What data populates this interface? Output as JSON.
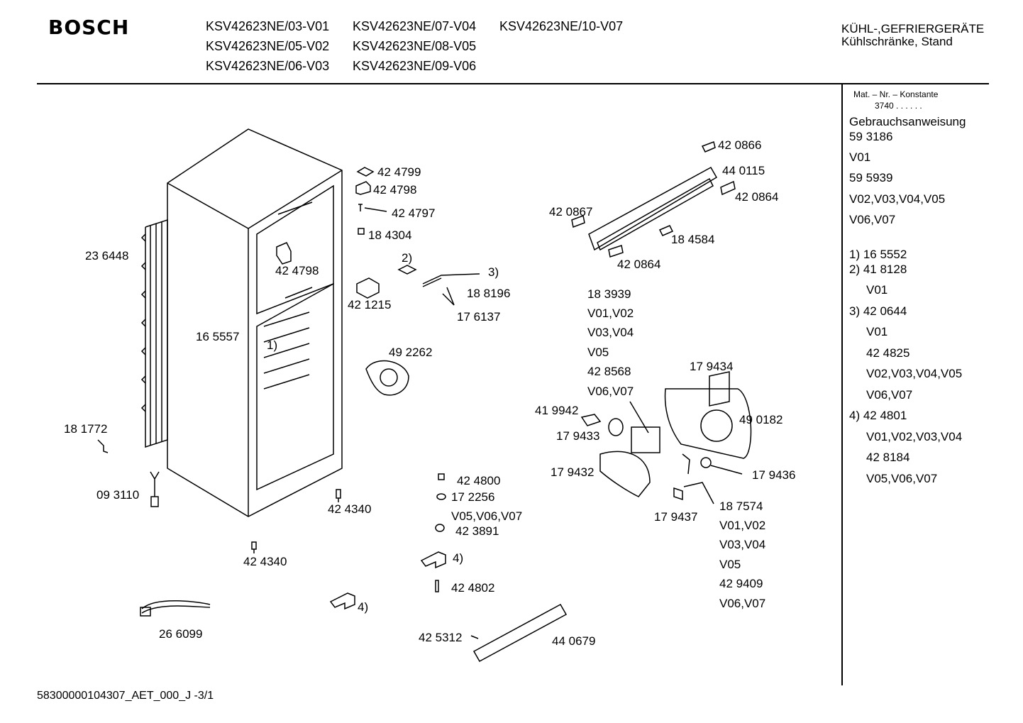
{
  "header": {
    "brand": "BOSCH",
    "models": [
      "KSV42623NE/03-V01",
      "KSV42623NE/07-V04",
      "KSV42623NE/10-V07",
      "KSV42623NE/05-V02",
      "KSV42623NE/08-V05",
      "KSV42623NE/06-V03",
      "KSV42623NE/09-V06"
    ],
    "category_line1": "KÜHL-,GEFRIERGERÄTE",
    "category_line2": "Kühlschränke, Stand"
  },
  "sidebar": {
    "mat_nr_label": "Mat. – Nr. – Konstante",
    "mat_nr_value": "3740  .  .  .  .  .  .",
    "entries": [
      "Gebrauchsanweisung",
      "59 3186",
      "V01",
      "59 5939",
      "V02,V03,V04,V05",
      "V06,V07",
      "1)  16 5552",
      "2)  41 8128",
      "V01",
      "3)  42 0644",
      "V01",
      "42 4825",
      "V02,V03,V04,V05",
      "V06,V07",
      "4)  42 4801",
      "V01,V02,V03,V04",
      "42 8184",
      "V05,V06,V07"
    ]
  },
  "parts": {
    "p236448": "23 6448",
    "p165557": "16 5557",
    "p181772": "18 1772",
    "p093110": "09 3110",
    "p266099": "26 6099",
    "p424340a": "42 4340",
    "p424340b": "42 4340",
    "p424798a": "42 4798",
    "p424799": "42 4799",
    "p424798b": "42 4798",
    "p424797": "42 4797",
    "p184304": "18 4304",
    "n2": "2)",
    "n3": "3)",
    "n1": "1)",
    "p421215": "42 1215",
    "p188196": "18 8196",
    "p176137": "17 6137",
    "p492262": "49 2262",
    "p424800": "42 4800",
    "p172256": "17 2256",
    "v050607a": "V05,V06,V07",
    "p423891": "42 3891",
    "n4a": "4)",
    "p424802": "42 4802",
    "n4b": "4)",
    "p425312": "42 5312",
    "p440679": "44 0679",
    "p420866": "42 0866",
    "p440115": "44 0115",
    "p420864a": "42 0864",
    "p420867": "42 0867",
    "p184584": "18 4584",
    "p420864b": "42 0864",
    "p183939": "18 3939",
    "v0102a": "V01,V02",
    "v0304a": "V03,V04",
    "v05a": "V05",
    "p428568": "42 8568",
    "v0607a": "V06,V07",
    "p179434": "17 9434",
    "p419942": "41 9942",
    "p490182": "49 0182",
    "p179433": "17 9433",
    "p179432": "17 9432",
    "p179436": "17 9436",
    "p179437": "17 9437",
    "p187574": "18 7574",
    "v0102b": "V01,V02",
    "v0304b": "V03,V04",
    "v05b": "V05",
    "p429409": "42 9409",
    "v0607b": "V06,V07"
  },
  "footer": {
    "doc_id": "58300000104307_AET_000_J    -3/1"
  }
}
